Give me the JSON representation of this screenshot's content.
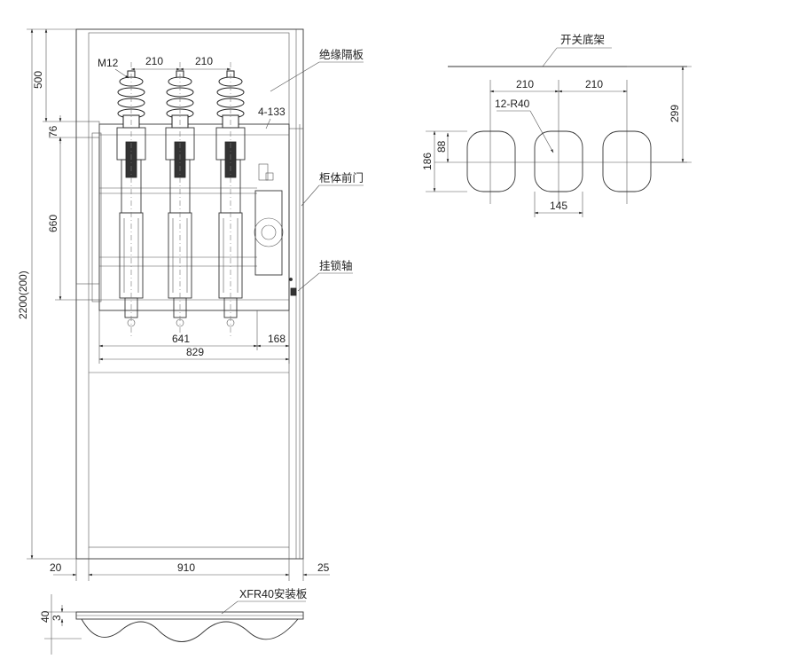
{
  "labels": {
    "insulating_partition": "绝缘隔板",
    "cabinet_front_door": "柜体前门",
    "locking_shaft": "挂锁轴",
    "switch_chassis": "开关底架",
    "mounting_plate": "XFR40安装板",
    "bolt": "M12",
    "holes": "4-133",
    "radius": "12-R40"
  },
  "dimensions": {
    "height_total": "2200(200)",
    "top_500": "500",
    "d76": "76",
    "d660": "660",
    "pitch_a": "210",
    "pitch_b": "210",
    "d641": "641",
    "d168": "168",
    "d829": "829",
    "d20": "20",
    "d910": "910",
    "d25": "25",
    "d40": "40",
    "d3": "3",
    "chassis_pitch_a": "210",
    "chassis_pitch_b": "210",
    "d299": "299",
    "d186": "186",
    "d88": "88",
    "d145": "145"
  },
  "colors": {
    "line": "#333333",
    "background": "#ffffff"
  }
}
